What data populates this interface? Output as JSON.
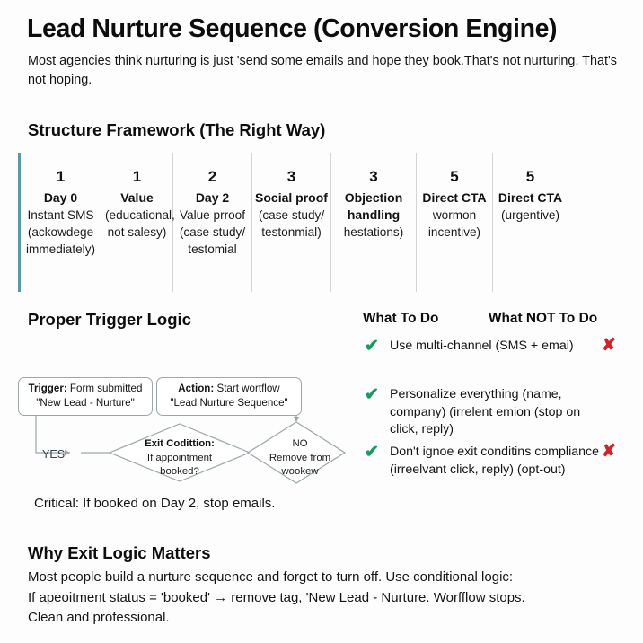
{
  "page": {
    "title": "Lead Nurture Sequence (Conversion Engine)",
    "subtitle": "Most agencies think nurturing is just 'send some emails and hope they book.That's not nurturing. That's not hoping."
  },
  "structure": {
    "heading": "Structure Framework (The Right Way)",
    "accent_color": "#5a9aa8",
    "columns": [
      {
        "num": "1",
        "label": "Day 0",
        "desc": [
          "Instant SMS",
          "(ackowdege",
          "immediately)"
        ]
      },
      {
        "num": "1",
        "label": "Value",
        "desc": [
          "(educational,",
          "not salesy)"
        ]
      },
      {
        "num": "2",
        "label": "Day 2",
        "desc": [
          "Value prroof",
          "(case study/",
          "testomial"
        ]
      },
      {
        "num": "3",
        "label": "Social proof",
        "desc": [
          "(case study/",
          "testonmial)"
        ]
      },
      {
        "num": "3",
        "label": "Objection",
        "desc": [
          "handling",
          "hestations)"
        ],
        "label_line2": "handling"
      },
      {
        "num": "5",
        "label": "Direct CTA",
        "desc": [
          "wormon",
          "incentive)"
        ]
      },
      {
        "num": "5",
        "label": "Direct CTA",
        "desc": [
          "(urgentive)"
        ]
      }
    ]
  },
  "trigger": {
    "heading": "Proper Trigger Logic",
    "trigger_box_strong": "Trigger:",
    "trigger_box_rest": " Form submitted",
    "trigger_box_line2": "\"New Lead - Nurture\"",
    "action_box_strong": "Action:",
    "action_box_rest": " Start wortflow",
    "action_box_line2": "\"Lead Nurture Sequence\"",
    "yes_label": "YES",
    "exit_diamond_strong": "Exit Codittion:",
    "exit_diamond_line2": "If appointment",
    "exit_diamond_line3": "booked?",
    "no_diamond_line1": "NO",
    "no_diamond_line2": "Remove from",
    "no_diamond_line3": "wookew",
    "critical_note": "Critical: If booked on Day 2, stop emails."
  },
  "dodont": {
    "head_do": "What To Do",
    "head_not": "What NOT To Do",
    "check_glyph": "✔",
    "x_glyph": "✘",
    "check_color": "#1a9a5e",
    "x_color": "#d1232a",
    "rows": [
      {
        "text": "Use multi-channel (SMS + emai)",
        "has_x": true
      },
      {
        "text": "Personalize everything (name, company) (irrelent emion (stop on click,  reply)",
        "has_x": false
      },
      {
        "text": "Don't ignoe exit conditins compliance (irreelvant click, reply) (opt-out)",
        "has_x": true
      }
    ]
  },
  "why": {
    "heading": "Why Exit Logic Matters",
    "lines": [
      "Most people build a nurture sequence and forget   to turn off. Use conditional logic:",
      "If apeoitment status = 'booked' → remove tag, 'New Lead - Nurture. Worfflow stops.",
      "Clean and professional."
    ]
  }
}
